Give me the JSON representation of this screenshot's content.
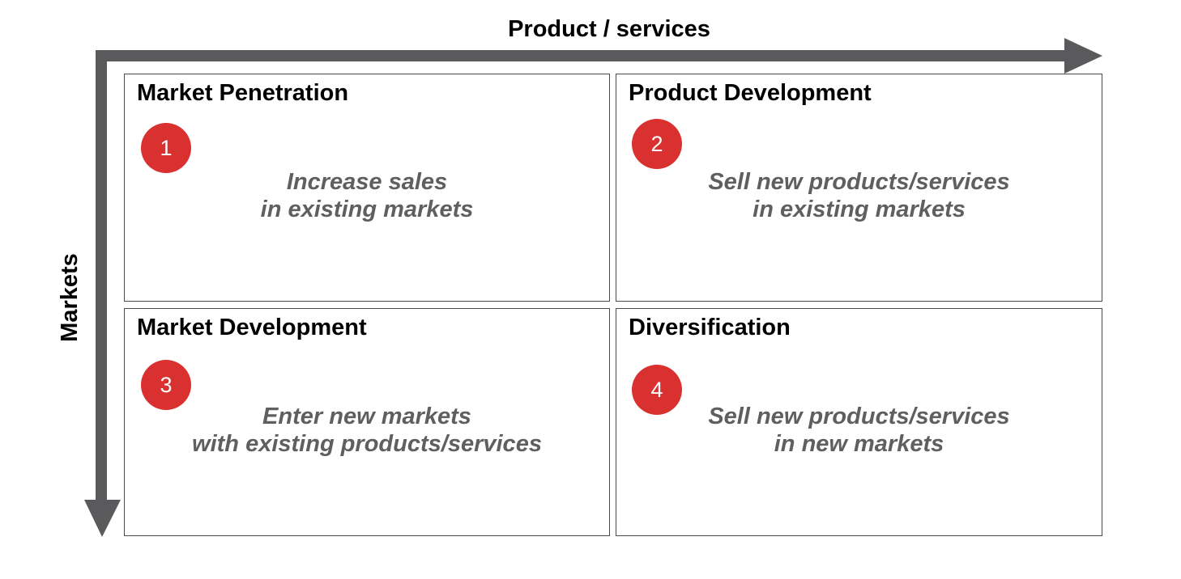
{
  "axes": {
    "x_title": "Product / services",
    "y_title": "Markets",
    "color": "#5a5a5c"
  },
  "quadrants": [
    {
      "title": "Market Penetration",
      "number": "1",
      "lines": [
        "Increase sales",
        "in existing markets"
      ]
    },
    {
      "title": "Product Development",
      "number": "2",
      "lines": [
        "Sell new products/services",
        "in existing markets"
      ]
    },
    {
      "title": "Market Development",
      "number": "3",
      "lines": [
        "Enter new markets",
        "with existing products/services"
      ]
    },
    {
      "title": "Diversification",
      "number": "4",
      "lines": [
        "Sell new products/services",
        "in new markets"
      ]
    }
  ],
  "colors": {
    "badge": "#d8312f",
    "description_text": "#5f5f5f",
    "border": "#4a4a4a"
  }
}
